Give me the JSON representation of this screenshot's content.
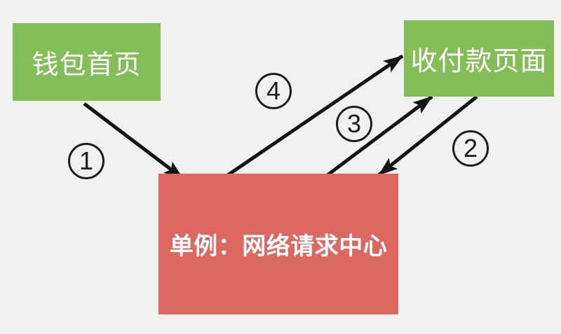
{
  "diagram": {
    "background_color": "#f1f1ef",
    "arrow_color": "#141414",
    "node_green_color": "#83be59",
    "node_red_color": "#dd6862",
    "nodes": {
      "wallet_home": {
        "label": "钱包首页",
        "color": "#83be59"
      },
      "payment_page": {
        "label": "收付款页面",
        "color": "#83be59"
      },
      "network_center": {
        "label": "单例：网络请求中心",
        "color": "#dd6862"
      }
    },
    "steps": [
      {
        "number": "1"
      },
      {
        "number": "2"
      },
      {
        "number": "3"
      },
      {
        "number": "4"
      }
    ],
    "arrows": [
      {
        "step": "1",
        "from": "wallet_home",
        "to": "network_center"
      },
      {
        "step": "2",
        "from": "payment_page",
        "to": "network_center"
      },
      {
        "step": "3",
        "from": "network_center",
        "to": "payment_page"
      },
      {
        "step": "4",
        "from": "network_center",
        "to": "payment_page"
      }
    ]
  }
}
